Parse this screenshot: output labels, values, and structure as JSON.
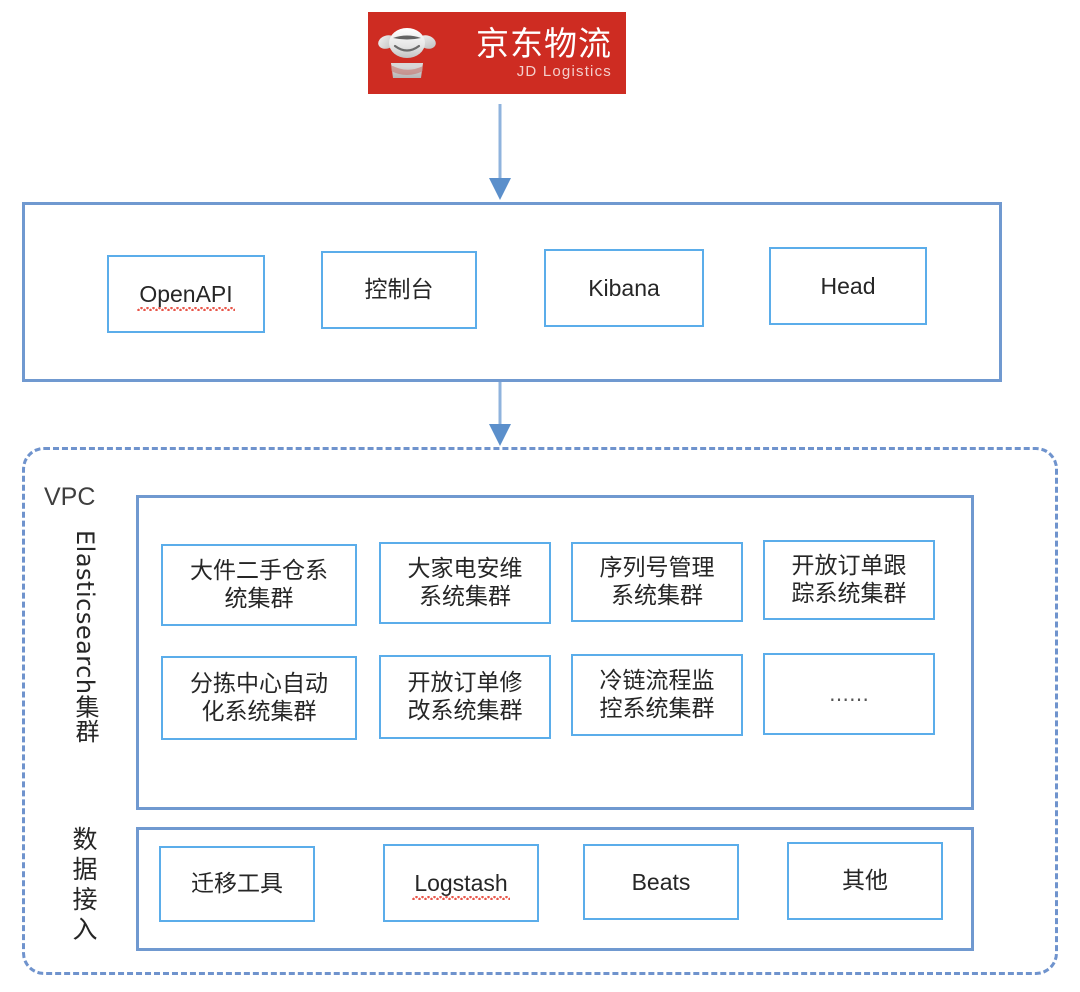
{
  "logo": {
    "name": "jd-logistics-logo",
    "cn_text": "京东物流",
    "en_text": "JD Logistics",
    "bg_color": "#ce2c22",
    "mark": "jd-joy-dog-mascot"
  },
  "colors": {
    "brand_red": "#ce2c22",
    "panel_border": "#7099d0",
    "node_border": "#5badea",
    "dashed_border": "#6f93cd",
    "arrow": "#6f9ed3",
    "spellcheck_underline": "#e8564a",
    "text": "#262626",
    "background": "#ffffff"
  },
  "connectors": [
    {
      "name": "arrow-logo-to-access",
      "from": "jd-logistics-logo",
      "to": "access-panel",
      "direction": "down"
    },
    {
      "name": "arrow-access-to-vpc",
      "from": "access-panel",
      "to": "vpc-region",
      "direction": "down"
    }
  ],
  "access_layer": {
    "name": "access-panel",
    "nodes": [
      {
        "label": "OpenAPI",
        "lang": "latin",
        "spellcheck_underline": true
      },
      {
        "label": "控制台",
        "lang": "cn",
        "spellcheck_underline": false
      },
      {
        "label": "Kibana",
        "lang": "latin",
        "spellcheck_underline": false
      },
      {
        "label": "Head",
        "lang": "latin",
        "spellcheck_underline": false
      }
    ]
  },
  "vpc": {
    "title": "VPC",
    "groups": [
      {
        "name": "elasticsearch-cluster-group",
        "side_label": "Elasticsearch集群",
        "label_orientation": "rotated",
        "nodes": [
          {
            "line1": "大件二手仓系",
            "line2": "统集群"
          },
          {
            "line1": "大家电安维",
            "line2": "系统集群"
          },
          {
            "line1": "序列号管理",
            "line2": "系统集群"
          },
          {
            "line1": "开放订单跟",
            "line2": "踪系统集群"
          },
          {
            "line1": "分拣中心自动",
            "line2": "化系统集群"
          },
          {
            "line1": "开放订单修",
            "line2": "改系统集群"
          },
          {
            "line1": "冷链流程监",
            "line2": "控系统集群"
          },
          {
            "line1": "……",
            "line2": ""
          }
        ]
      },
      {
        "name": "data-ingest-group",
        "side_label": "数据接入",
        "label_orientation": "stacked",
        "nodes": [
          {
            "label": "迁移工具",
            "lang": "cn",
            "spellcheck_underline": false
          },
          {
            "label": "Logstash",
            "lang": "latin",
            "spellcheck_underline": true
          },
          {
            "label": "Beats",
            "lang": "latin",
            "spellcheck_underline": false
          },
          {
            "label": "其他",
            "lang": "cn",
            "spellcheck_underline": false
          }
        ]
      }
    ]
  }
}
